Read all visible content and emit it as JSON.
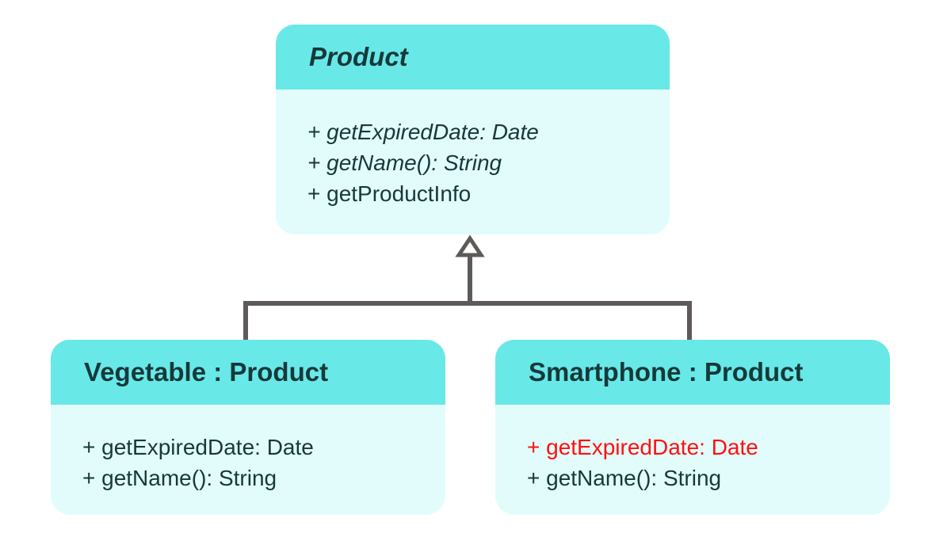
{
  "diagram": {
    "classes": [
      {
        "id": "product",
        "title": "Product",
        "abstract": true,
        "methods": [
          {
            "text": "+ getExpiredDate: Date",
            "abstract": true,
            "highlight": false
          },
          {
            "text": "+ getName(): String",
            "abstract": true,
            "highlight": false
          },
          {
            "text": "+ getProductInfo",
            "abstract": false,
            "highlight": false
          }
        ]
      },
      {
        "id": "vegetable",
        "title": "Vegetable : Product",
        "abstract": false,
        "methods": [
          {
            "text": "+ getExpiredDate: Date",
            "abstract": false,
            "highlight": false
          },
          {
            "text": "+ getName(): String",
            "abstract": false,
            "highlight": false
          }
        ]
      },
      {
        "id": "smartphone",
        "title": "Smartphone : Product",
        "abstract": false,
        "methods": [
          {
            "text": "+ getExpiredDate: Date",
            "abstract": false,
            "highlight": true
          },
          {
            "text": "+ getName(): String",
            "abstract": false,
            "highlight": false
          }
        ]
      }
    ],
    "relationship": {
      "type": "inheritance",
      "parent": "product",
      "children": [
        "vegetable",
        "smartphone"
      ]
    },
    "colors": {
      "header": "#69e8e8",
      "body": "#e2fcfb",
      "text": "#16393a",
      "highlight": "#ff1010",
      "connector": "#5f5a5a"
    }
  }
}
